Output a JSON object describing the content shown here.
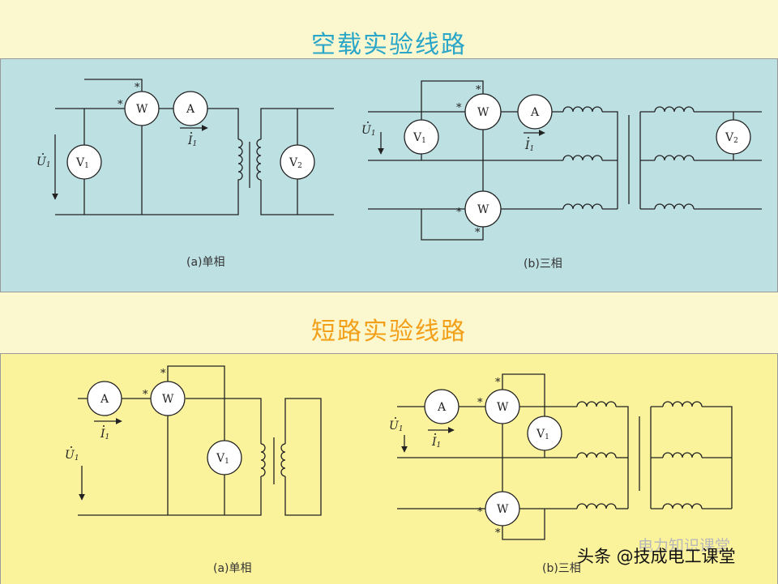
{
  "titles": {
    "open_circuit": "空载实验线路",
    "short_circuit": "短路实验线路"
  },
  "captions": {
    "open_single": "(a)单相",
    "open_three": "(b)三相",
    "short_single": "(a)单相",
    "short_three": "(b)三相"
  },
  "meters": {
    "wattmeter": "W",
    "ammeter": "A",
    "voltmeter": "V",
    "sub_1": "1",
    "sub_2": "2"
  },
  "symbols": {
    "voltage": "U",
    "current": "I",
    "sub_1": "1",
    "polarity": "*"
  },
  "watermark": {
    "text": "头条 @技成电工课堂",
    "faint": "电力知识课堂"
  },
  "colors": {
    "open_title": "#2aa6c8",
    "short_title": "#f2a019",
    "open_panel": "#bde0e3",
    "short_panel": "#fbf29c",
    "page": "#fbf7cf"
  }
}
